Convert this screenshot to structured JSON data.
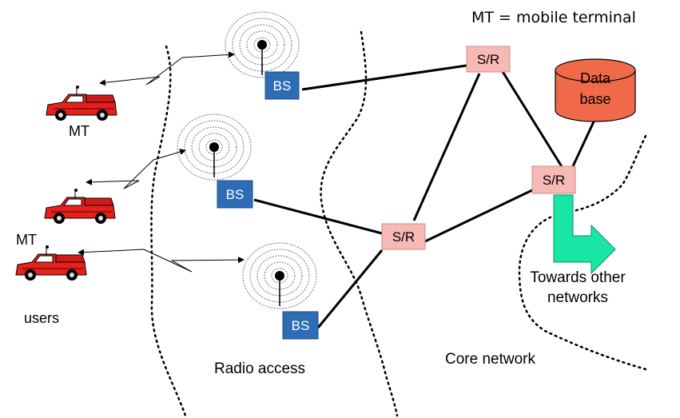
{
  "legend": {
    "text": "MT = mobile terminal"
  },
  "labels": {
    "mt_top": "MT",
    "mt_bottom": "MT",
    "users": "users",
    "radio_access": "Radio access",
    "core_network": "Core network",
    "towards_line1": "Towards other",
    "towards_line2": "networks"
  },
  "base_stations": [
    "BS",
    "BS",
    "BS"
  ],
  "routers": [
    "S/R",
    "S/R",
    "S/R"
  ],
  "database": {
    "line1": "Data",
    "line2": "base"
  },
  "colors": {
    "bs_fill": "#2e6db4",
    "router_fill": "#f7b9b5",
    "database_fill": "#f06a4a",
    "arrow_fill": "#19e6a5",
    "car_fill": "#e8201c"
  }
}
